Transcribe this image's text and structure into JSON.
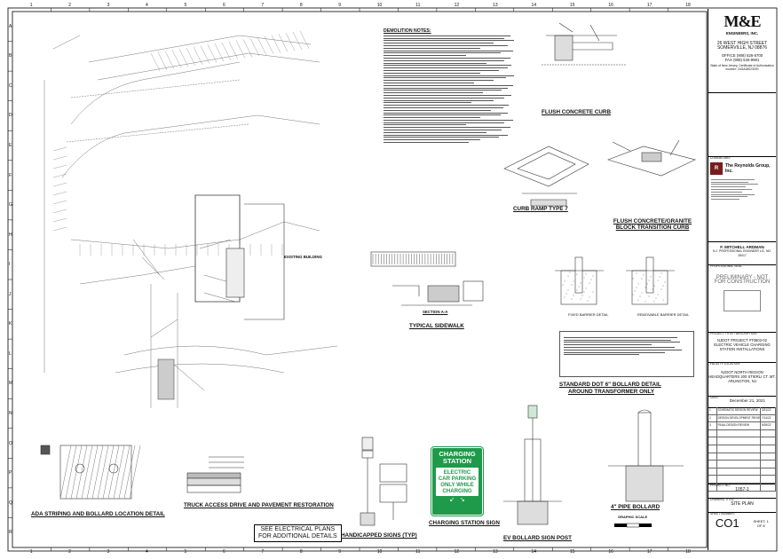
{
  "border": {
    "columns": [
      "1",
      "2",
      "3",
      "4",
      "5",
      "6",
      "7",
      "8",
      "9",
      "10",
      "11",
      "12",
      "13",
      "14",
      "15",
      "16",
      "17",
      "18"
    ],
    "rows": [
      "A",
      "B",
      "C",
      "D",
      "E",
      "F",
      "G",
      "H",
      "I",
      "J",
      "K",
      "L",
      "M",
      "N",
      "O",
      "P",
      "Q",
      "R"
    ]
  },
  "title_block": {
    "logo": "M&E",
    "logo_sub": "ENGINEERS, INC.",
    "address_1": "26 WEST HIGH STREET",
    "address_2": "SOMERVILLE, NJ 08876",
    "office": "OFFICE (908) 526-5700",
    "fax": "FAX (908) 526-9981",
    "state_note": "State of New Jersey, Certificate of Authorization number: 24GA28023200",
    "consultant_label": "CONSULTANT:",
    "consultant_name": "The Reynolds Group, Inc.",
    "professional_label": "PROFESSIONAL SEAL",
    "engineer_name": "F. MITCHELL ARDMAN",
    "engineer_license": "N.J. PROFESSIONAL ENGINEER LIC. NO. 28417",
    "preliminary_1": "PRELIMINARY - NOT",
    "preliminary_2": "FOR CONSTRUCTION",
    "project_label": "PROJECT TITLE / DESCRIPTION:",
    "project_title": "NJDOT PROJECT #T0602-02 ELECTRIC VEHICLE CHARGING STATION INSTALLATIONS",
    "facility_label": "FACILITY LOCATION:",
    "facility": "NJDOT NORTH REGION HEADQUARTERS 200 STIERLI CT. MT. ARLINGTON, NJ",
    "date_label": "DATE:",
    "date": "December 21, 2021",
    "revisions": [
      {
        "no": "1",
        "desc": "SCHEMATIC DESIGN REVIEW",
        "date": "3/31/22"
      },
      {
        "no": "2",
        "desc": "DESIGN DEVELOPMENT REVIEW",
        "date": "7/14/22"
      },
      {
        "no": "3",
        "desc": "FINAL DESIGN REVIEW",
        "date": "9/28/22"
      }
    ],
    "project_no_label": "PROJECT NO.:",
    "project_no": "1057-1",
    "drawing_title_label": "DRAWING TITLE:",
    "drawing_title": "SITE PLAN",
    "sheet_label": "SHEET NUMBER:",
    "sheet_number": "CO1",
    "sheet_of": "SHEET: 1 OF 8"
  },
  "details": {
    "demolition_notes": "DEMOLITION NOTES:",
    "flush_curb": "FLUSH CONCRETE CURB",
    "curb_ramp": "CURB RAMP TYPE 7",
    "flush_granite": "FLUSH CONCRETE/GRANITE BLOCK TRANSITION CURB",
    "typical_sidewalk": "TYPICAL SIDEWALK",
    "section_aa": "SECTION A-A",
    "bollard_detail_1": "STANDARD DOT 6\" BOLLARD DETAIL",
    "bollard_detail_2": "AROUND TRANSFORMER ONLY",
    "ada_striping": "ADA STRIPING AND BOLLARD LOCATION DETAIL",
    "truck_access": "TRUCK ACCESS DRIVE AND PAVEMENT RESTORATION",
    "see_electrical_1": "SEE ELECTRICAL PLANS",
    "see_electrical_2": "FOR ADDITIONAL DETAILS",
    "handicapped": "HANDICAPPED SIGNS (TYP)",
    "charging_sign": "CHARGING STATION SIGN",
    "ev_post": "EV BOLLARD SIGN POST",
    "pipe_bollard": "4\" PIPE BOLLARD",
    "graphic_scale": "GRAPHIC SCALE",
    "electric_building": "EXISTING BUILDING",
    "fixed_barrier": "FIXED BARRIER DETAIL",
    "removable_barrier": "REMOVABLE BARRIER DETAIL"
  },
  "sign": {
    "header": "CHARGING STATION",
    "line_1": "ELECTRIC",
    "line_2": "CAR PARKING",
    "line_3": "ONLY WHILE",
    "line_4": "CHARGING"
  }
}
